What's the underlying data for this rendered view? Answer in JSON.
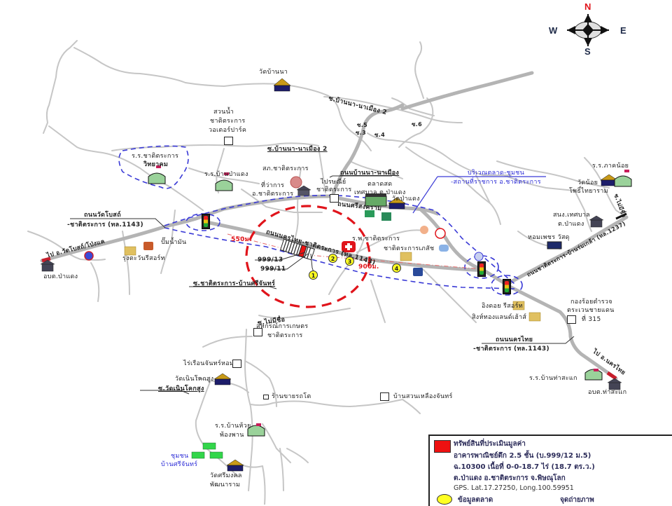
{
  "compass": {
    "north": "N",
    "south": "S",
    "east": "E",
    "west": "W"
  },
  "labels": {
    "wat_ban_na": "วัดบ้านนา",
    "road_ban_na_na_mueang_2_upper": "ซ.บ้านนา-นาเมือง 2",
    "soi_5": "ซ.5",
    "soi_3": "ซ.3",
    "soi_4": "ซ.4",
    "soi_6": "ซ.6",
    "water_park_1": "สวนน้ำ",
    "water_park_2": "ชาติตระการ",
    "water_park_3": "วอเตอร์ปาร์ค",
    "soi_ban_na_na_mueang_2": "ซ.บ้านนา-นาเมือง 2",
    "school_chat_1": "ร.ร.ชาติตระการ",
    "school_chat_2": "วิทยาคม",
    "school_ban_pa_daeng": "ร.ร.บ้านป่าแดง",
    "police_station": "สภ.ชาติตระการ",
    "district_office_1": "ที่ว่าการ",
    "district_office_2": "อ.ชาติตระการ",
    "post_office_1": "ไปรษณีย์",
    "post_office_2": "ชาติตระการ",
    "road_ban_na_na_mueang": "ถนนบ้านนา-นาเมือง",
    "market_1": "ตลาดสด",
    "market_2": "เทศบาล ต.ป่าแดง",
    "wat_pa_daeng": "วัดป่าแดง",
    "road_si_songkhram": "ถนนศรีสงคราม",
    "community_area_1": "บริเวณตลาด-ชุมชน",
    "community_area_2": "-สถานที่ราชการ อ.ชาติตระการ",
    "school_khlong": "ร.ร.ภาคน้อย",
    "wat_noi_1": "วัดน้อย",
    "wat_noi_2": "โพธิ์ไทยาราม",
    "soi_mai_mi": "ซ.ไม่มีชื่อ",
    "municipal_1": "สนง.เทศบาล",
    "municipal_2": "ต.ป่าแดง",
    "home_pro": "หอมเพชร วัสดุ",
    "road_to_ban_mon": "ถนนชาติตระการ-บ้านร่มเกล้า (ทล.1237)",
    "road_wat_bot_1": "ถนนวัดโบสถ์",
    "road_wat_bot_2": "-ชาติตระการ (ทล.1143)",
    "to_wat_bot": "ไป อ.วัดโบสถ์/โป่งแค",
    "pump_station": "ปั๊มน้ำมัน",
    "resort_rung": "รุ่งตะวันรีสอร์ท",
    "sao_pa_daeng": "อบต.ป่าแดง",
    "road_nakhon_thai_main": "ถนนนครไทย-ชาติตระการ (ทล.1143)",
    "hospital": "ร.พ.ชาติตระการ",
    "pharmacy": "ชาติตระการเภสัช",
    "dist_left": "550ม.",
    "dist_right": "900ม.",
    "addr_999_13": "999/13",
    "addr_999_11": "999/11",
    "soi_chatt_ban_si": "ซ.ชาติตระการ-บ้านศรีจันทร์",
    "soi_mai_mi_2": "ซ.ไม่มีชื่อ",
    "coop_1": "สหกรณ์การเกษตร",
    "coop_2": "ชาติตระการ",
    "ing_doi_resort": "อิงดอย รีสอร์ท",
    "singh_resort": "สิงห์ทองแลนด์เฮ้าส์",
    "police_checkpoint_1": "กองร้อยตำรวจ",
    "police_checkpoint_2": "ตระเวนชายแดน",
    "police_checkpoint_3": "ที่ 315",
    "road_nakhon_thai_1": "ถนนนครไทย",
    "road_nakhon_thai_2": "-ชาติตระการ (ทล.1143)",
    "to_nakhon_thai": "ไป อ.นครไทย",
    "school_ban_tha": "ร.ร.บ้านท่าสะแก",
    "sao_tha": "อบต.ท่าสะแก",
    "rai_ruen": "ไร่เรือนจันทร์หอม",
    "wat_noen_1": "วัดเนินโคกสูง",
    "soi_wat_noen": "ซ.วัดเนินโคกสูง",
    "shop_car": "ร้านขายรถโต",
    "garden_house": "บ้านสวนเหลืองจันทร์",
    "school_ban_huai_1": "ร.ร.บ้านห้วย",
    "school_ban_huai_2": "พ้องพาน",
    "community_ban_si_1": "ชุมชน",
    "community_ban_si_2": "บ้านศรีจันทร์",
    "wat_si_1": "วัดศรีมงคล",
    "wat_si_2": "พัฒนาราม"
  },
  "market_points": [
    "1",
    "2",
    "3",
    "4"
  ],
  "legend": {
    "subject_title": "ทรัพย์สินที่ประเมินมูลค่า",
    "subject_line1": "อาคารพาณิชย์ตึก 2.5 ชั้น (บ.999/12 ม.5)",
    "subject_line2": "ฉ.10300 เนื้อที่ 0-0-18.7 ไร่ (18.7 ตร.ว.)",
    "subject_line3": "ต.ป่าแดง อ.ชาติตระการ จ.พิษณุโลก",
    "gps": "GPS. Lat.17.27250, Long.100.59951",
    "market_data": "ข้อมูลตลาด",
    "photo_point": "จุดถ่ายภาพ"
  },
  "colors": {
    "road_main": "#b4b4b4",
    "road_minor": "#c8c8c8",
    "radius_circle": "#e0141b",
    "zone_dash": "#3a3ad6",
    "subject": "#ee1111",
    "market_dot": "#ffff22"
  }
}
